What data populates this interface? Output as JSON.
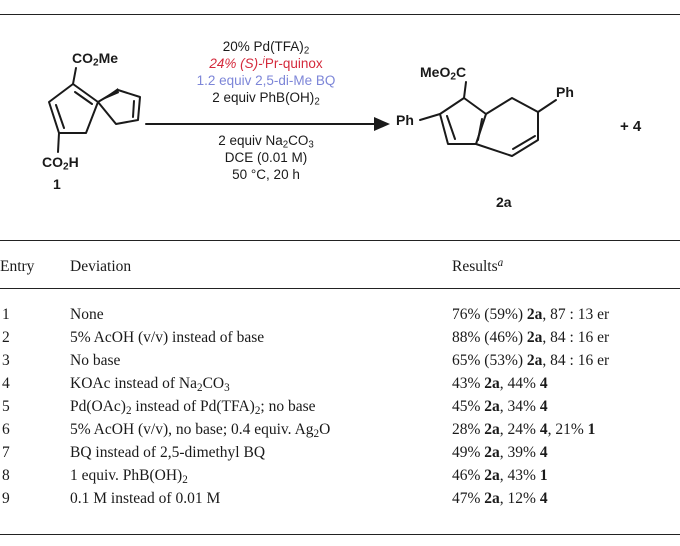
{
  "scheme": {
    "conditions": [
      {
        "text": "20% Pd(TFA)",
        "sub": "2",
        "color": "#1a1a1a"
      },
      {
        "text": "24% (S)-",
        "sup": "i",
        "after": "Pr-quinox",
        "color": "#d42a3c"
      },
      {
        "text": "1.2 equiv 2,5-di-Me BQ",
        "color": "#7d86d8"
      },
      {
        "text": "2 equiv PhB(OH)",
        "sub": "2",
        "color": "#1a1a1a"
      }
    ],
    "conditions_below": [
      {
        "text": "2 equiv Na",
        "sub": "2",
        "after": "CO",
        "sub2": "3"
      },
      {
        "text": "DCE (0.01 M)"
      },
      {
        "text": "50 °C, 20 h"
      }
    ],
    "sm": {
      "top_group": "CO2Me",
      "bottom_group": "CO2H",
      "label": "1"
    },
    "product": {
      "ester": "MeO2C",
      "left": "Ph",
      "right": "Ph",
      "label": "2a"
    },
    "side_product": "+ 4"
  },
  "table": {
    "headers": {
      "entry": "Entry",
      "deviation": "Deviation",
      "results": "Results",
      "results_sup": "a"
    },
    "rows": [
      {
        "entry": "1",
        "deviation": "None",
        "results": "76% (59%) 2a, 87 : 13 er"
      },
      {
        "entry": "2",
        "deviation": "5% AcOH (v/v) instead of base",
        "results": "88% (46%) 2a, 84 : 16 er"
      },
      {
        "entry": "3",
        "deviation": "No base",
        "results": "65% (53%) 2a, 84 : 16 er"
      },
      {
        "entry": "4",
        "deviation": "KOAc instead of Na2CO3",
        "results": "43% 2a, 44% 4"
      },
      {
        "entry": "5",
        "deviation": "Pd(OAc)2 instead of Pd(TFA)2; no base",
        "results": "45% 2a, 34% 4"
      },
      {
        "entry": "6",
        "deviation": "5% AcOH (v/v), no base; 0.4 equiv. Ag2O",
        "results": "28% 2a, 24% 4, 21% 1"
      },
      {
        "entry": "7",
        "deviation": "BQ instead of 2,5-dimethyl BQ",
        "results": "49% 2a, 39% 4"
      },
      {
        "entry": "8",
        "deviation": "1 equiv. PhB(OH)2",
        "results": "46% 2a, 43% 1"
      },
      {
        "entry": "9",
        "deviation": "0.1 M instead of 0.01 M",
        "results": "47% 2a, 12% 4"
      }
    ]
  }
}
